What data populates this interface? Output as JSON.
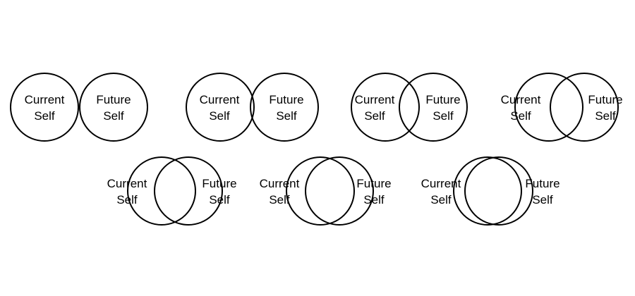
{
  "labels": {
    "current_line1": "Current",
    "current_line2": "Self",
    "future_line1": "Future",
    "future_line2": "Self"
  },
  "stages": [
    {
      "id": "overlap-1"
    },
    {
      "id": "overlap-2"
    },
    {
      "id": "overlap-3"
    },
    {
      "id": "overlap-4"
    },
    {
      "id": "overlap-5"
    },
    {
      "id": "overlap-6"
    },
    {
      "id": "overlap-7"
    }
  ],
  "colors": {
    "stroke": "#000000",
    "text": "#000000",
    "background": "#ffffff"
  }
}
